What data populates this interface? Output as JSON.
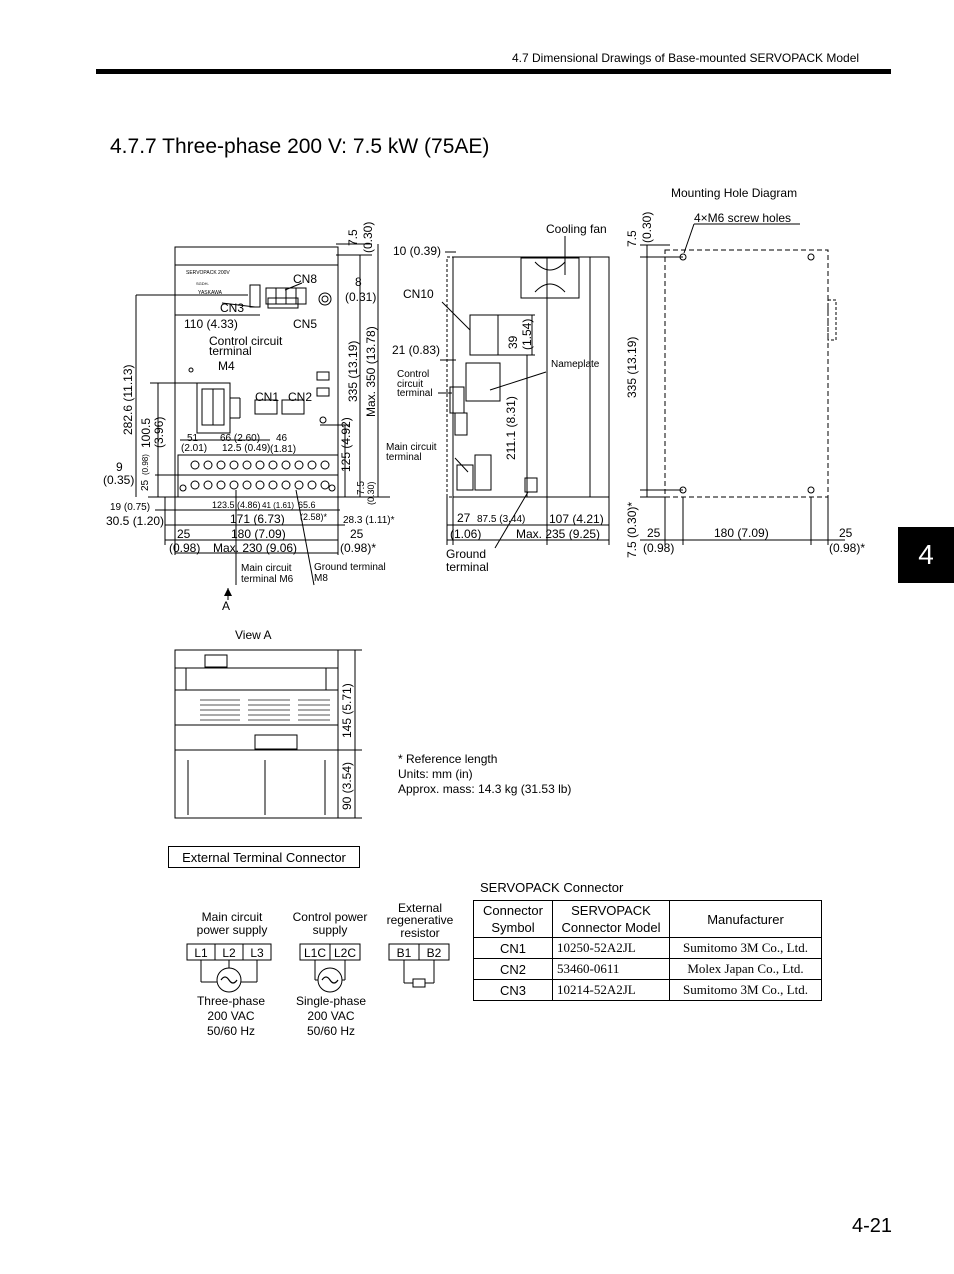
{
  "header": {
    "section": "4.7  Dimensional Drawings of Base-mounted SERVOPACK Model"
  },
  "title": "4.7.7  Three-phase 200 V: 7.5 kW (75AE)",
  "chapter_tab": "4",
  "page_number": "4-21",
  "front_view": {
    "panel_text": [
      "SERVOPACK  200V",
      "SGDH-",
      "YASKAWA"
    ],
    "labels": {
      "cn8": "CN8",
      "cn3": "CN3",
      "cn5": "CN5",
      "cn1": "CN1",
      "cn2": "CN2",
      "ctrl_term_1": "Control circuit",
      "ctrl_term_2": "terminal",
      "m4": "M4",
      "main_term_1": "Main circuit",
      "main_term_2": "terminal M6",
      "gnd_term_1": "Ground terminal",
      "gnd_term_2": "M8",
      "a": "A"
    },
    "dims": {
      "d7_5": "7.5",
      "d0_30": "(0.30)",
      "d8": "8",
      "d0_31": "(0.31)",
      "d110": "110 (4.33)",
      "d282": "282.6 (11.13)",
      "d335": "335 (13.19)",
      "dmax350": "Max. 350 (13.78)",
      "d100": "100.5",
      "d3_96": "(3.96)",
      "d51": "51",
      "d2_01": "(2.01)",
      "d66": "66 (2.60)",
      "d12_5": "12.5 (0.49)",
      "d46": "46",
      "d1_81": "(1.81)",
      "d125": "125 (4.92)",
      "d9": "9",
      "d0_35": "(0.35)",
      "d25v": "25",
      "d0_98v": "(0.98)",
      "d19": "19 (0.75)",
      "d123": "123.5 (4.86)",
      "d41": "41 (1.61)",
      "d65": "65.6",
      "d2_58": "(2.58)*",
      "d30_5": "30.5 (1.20)",
      "d171": "171 (6.73)",
      "d28_3": "28.3 (1.11)*",
      "d25a": "25",
      "d25b": "(0.98)",
      "d180": "180 (7.09)",
      "d25c": "25",
      "d25d": "(0.98)*",
      "dmax230": "Max. 230 (9.06)",
      "d7_5b": "7.5",
      "d0_30b": "(0.30)"
    }
  },
  "side_view": {
    "labels": {
      "cooling_fan": "Cooling fan",
      "cn10": "CN10",
      "nameplate": "Nameplate",
      "ctrl_1": "Control",
      "ctrl_2": "circuit",
      "ctrl_3": "terminal",
      "main_1": "Main circuit",
      "main_2": "terminal",
      "gnd_1": "Ground",
      "gnd_2": "terminal"
    },
    "dims": {
      "d10": "10 (0.39)",
      "d21": "21 (0.83)",
      "d39": "39",
      "d1_54": "(1.54)",
      "d211": "211.1 (8.31)",
      "d27": "27",
      "d1_06": "(1.06)",
      "d87": "87.5 (3.44)",
      "d107": "107 (4.21)",
      "dmax235": "Max. 235 (9.25)"
    }
  },
  "mounting": {
    "title": "Mounting Hole Diagram",
    "holes": "4×M6 screw holes",
    "dims": {
      "d7_5": "7.5",
      "d0_30": "(0.30)",
      "d335": "335 (13.19)",
      "d7_5b": "7.5 (0.30)*",
      "d25a": "25",
      "d0_98a": "(0.98)",
      "d180": "180 (7.09)",
      "d25b": "25",
      "d0_98b": "(0.98)*"
    }
  },
  "view_a": {
    "title": "View A",
    "dims": {
      "d145": "145 (5.71)",
      "d90": "90 (3.54)"
    }
  },
  "notes": [
    "* Reference length",
    "Units: mm (in)",
    "Approx. mass: 14.3 kg (31.53 lb)"
  ],
  "external_terminal": {
    "title": "External Terminal Connector",
    "groups": [
      {
        "title": [
          "Main circuit",
          "power supply"
        ],
        "terminals": [
          "L1",
          "L2",
          "L3"
        ],
        "caption": [
          "Three-phase",
          "200 VAC",
          "50/60 Hz"
        ]
      },
      {
        "title": [
          "Control power",
          "supply"
        ],
        "terminals": [
          "L1C",
          "L2C"
        ],
        "caption": [
          "Single-phase",
          "200 VAC",
          "50/60 Hz"
        ]
      },
      {
        "title": [
          "External",
          "regenerative",
          "resistor"
        ],
        "terminals": [
          "B1",
          "B2"
        ],
        "caption": []
      }
    ]
  },
  "servopack_connector": {
    "title": "SERVOPACK Connector",
    "headers": [
      "Connector Symbol",
      "SERVOPACK Connector Model",
      "Manufacturer"
    ],
    "rows": [
      [
        "CN1",
        "10250-52A2JL",
        "Sumitomo 3M Co., Ltd."
      ],
      [
        "CN2",
        "53460-0611",
        "Molex Japan Co., Ltd."
      ],
      [
        "CN3",
        "10214-52A2JL",
        "Sumitomo 3M Co., Ltd."
      ]
    ]
  }
}
